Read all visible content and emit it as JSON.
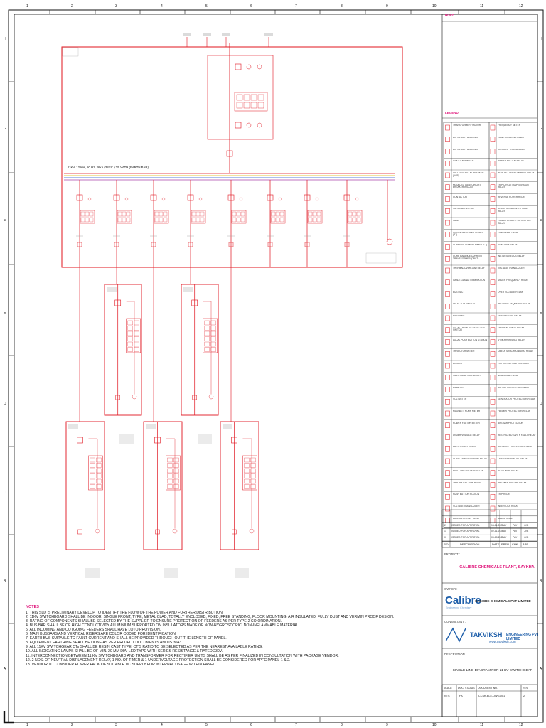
{
  "grid": {
    "columns": [
      "1",
      "2",
      "3",
      "4",
      "5",
      "6",
      "7",
      "8",
      "9",
      "10",
      "11",
      "12"
    ],
    "rows": [
      "H",
      "G",
      "F",
      "E",
      "D",
      "C",
      "B",
      "A"
    ]
  },
  "main_bus_label": "11KV, 1250A, 50 Hz, 26kA (3SEC.) TP WITH (EARTH BAR)",
  "legend": {
    "title": "LEGEND",
    "items_left": [
      "TRANSFORMER / MOTOR",
      "AIR CIRCUIT BREAKER",
      "AIR CIRCUIT BREAKER",
      "ISOLATOR/SWITCH",
      "VACUUM CIRCUIT BREAKER (VCB)",
      "MOULDED CASE CIRCUIT BREAKER (MCCB)",
      "CONTACTOR",
      "SURGE ARRESTOR",
      "FUSE",
      "POTENTIAL TRANSFORMER (PT)",
      "CURRENT TRANSFORMER (CT)",
      "CORE BALANCE CURRENT TRANSFORMER (CBCT)",
      "THERMAL OVERLOAD RELAY",
      "CABLE GLAND TERMINATION",
      "BUS DUCT",
      "SELECTOR SWITCH",
      "EARTHING",
      "LOCAL / REMOTE SELECTOR SWITCH",
      "LOCAL PUSH BUTTON STATION",
      "TRIVECTOR METER",
      "DIMMER",
      "MULTI FUNCTION METER",
      "AMMETER",
      "VOLTMETER",
      "KILOWATT HOUR METER",
      "POWER FACTOR METER",
      "UNDER VOLTAGE RELAY",
      "EARTH FAULT RELAY",
      "INTER-TRIP / BLOCKING RELAY",
      "FAULT PROTECTION RELAY",
      "TRIP PROTECTION RELAY",
      "PUSH BUTTON STATION",
      "VOLTAGE TRANSDUCER",
      "LOCKOUT RESET RELAY"
    ],
    "items_right": [
      "FREQUENCY METER",
      "LOAD SHEDDING RELAY",
      "CURRENT TRANSDUCER",
      "POWER FACTOR RELAY",
      "HIGH SET OVERCURRENT RELAY",
      "TRIP CIRCUIT SUPERVISION RELAY",
      "REVERSE POWER RELAY",
      "DIRECTIONAL EARTH FAULT RELAY",
      "TRANSFORMER PROTECTION RELAY",
      "TIME DELAY RELAY",
      "AUXILIARY RELAY",
      "INSTANTANEOUS RELAY",
      "VOLTAGE TRANSDUCER",
      "UNDER FREQUENCY RELAY",
      "OVER VOLTAGE RELAY",
      "NEGATIVE SEQUENCE RELAY",
      "DIFFERENTIAL RELAY",
      "THERMAL IMAGE RELAY",
      "SYNCHRONISING RELAY",
      "CHECK SYNCHRONISING RELAY",
      "TRIP CIRCUIT SUPERVISION",
      "NUMERICAL RELAY",
      "MOTOR PROTECTION RELAY",
      "GENERATOR PROTECTION RELAY",
      "FEEDER PROTECTION RELAY",
      "BUS BAR PROTECTION",
      "RESTRICTED EARTH FAULT RELAY",
      "DISTANCE PROTECTION RELAY",
      "LINE DIFFERENTIAL RELAY",
      "PILOT WIRE RELAY",
      "BREAKER FAILURE RELAY",
      "TRIP RELAY",
      "INTERLOCK RELAY",
      "ALARM RELAY"
    ]
  },
  "revisions": {
    "rows": [
      {
        "rev": "2",
        "desc": "ISSUED FOR APPROVAL",
        "date": "15-11-2021",
        "prep": "PAV",
        "chk": "PAV",
        "app": "JVB"
      },
      {
        "rev": "1",
        "desc": "ISSUED FOR APPROVAL",
        "date": "02-11-2021",
        "prep": "PAV",
        "chk": "PAV",
        "app": "JVB"
      },
      {
        "rev": "0",
        "desc": "ISSUED FOR APPROVAL",
        "date": "09-10-2021",
        "prep": "PAV",
        "chk": "PAV",
        "app": "JVB"
      }
    ],
    "headers": [
      "REV",
      "DESCRIPTION",
      "DATE",
      "PREP",
      "CHK",
      "APP"
    ]
  },
  "titleblock": {
    "project_label": "PROJECT :",
    "project": "CALIBRE CHEMICALS PLANT, SAYKHA",
    "owner_label": "OWNER :",
    "owner_logo": "Calibre",
    "owner_tagline": "Engineering Chemistry",
    "owner_name": "CALIBRE CHEMICALS PVT LIMITED",
    "consultant_label": "CONSULTANT :",
    "consultant_logo": "TAKVIKSH",
    "consultant_name": "ENGINEERING PVT LIMITED",
    "consultant_web": "www.takviksh.com",
    "description_label": "DESCRIPTION :",
    "description": "SINGLE LINE DIAGRAM FOR 11 KV SWITCHGEAR",
    "bottom_headers": [
      "SCALE",
      "DOC. STATUS",
      "DOCUMENT NO.",
      "REV."
    ],
    "bottom_values": [
      "NTS",
      "IFA",
      "CCSK-ELE-DWG-001",
      "2"
    ]
  },
  "notes": {
    "title": "NOTES :",
    "lines": [
      "1.  THIS SLD IS PRELIMINARY DEVELOP TO IDENTIFY THE FLOW OF THE POWER AND FURTHER DISTRIBUTION.",
      "2.  11KV SWITCHBOARD SHALL BE INDOOR, SINGLE FRONT, TYPE, METAL CLAD, TOTALLY ENCLOSED, FIXED, FREE STANDING, FLOOR MOUNTING, AIR INSULATED, FULLY DUST AND VERMIN PROOF DESIGN.",
      "3.  RATING OF COMPONENTS SHALL BE SELECTED BY THE SUPPLIER TO ENSURE PROTECTION OF FEEDERS AS PER TYPE-2 CO-ORDINATION.",
      "4.  BUS BAR SHALL BE OF HIGH CONDUCTIVITY ALUMINIUM SUPPORTED ON INSULATORS MADE OF NON-HYGROSCOPIC, NON-INFLAMMABLE MATERIAL.",
      "5.  ALL INCOMING AND OUTGOING FEEDERS SHALL HAVE LOTO PROVISION.",
      "6.  MAIN BUSBARS AND VERTICAL RISERS ARE COLOR CODED FOR IDENTIFICATION.",
      "7.  EARTH BUS SUITABLE TO FAULT CURRENT AND SHALL BE PROVIDED THROUGH OUT THE LENGTH OF PANEL.",
      "8.  EQUIPMENT EARTHING SHALL BE DONE AS PER PROJECT DOCUMENTS AND IS 3043.",
      "9.  ALL 11KV SWITCHGEAR CTs SHALL BE RESIN CAST TYPE. CT'S RATIO TO BE SELECTED AS PER THE NEAREST AVAILABLE RATING.",
      "10. ALL INDICATING LAMPS SHALL BE OF MIN. 20 MM DIA. LED TYPE WITH SERIES RESISTANCE & RATED 230V.",
      "11. INTERCONNECTION BETWEEN 11 KV SWITCHBOARD AND TRANSFORMER FOR RECTIFIER UNITS SHALL BE AS PER FINALIZED IN CONSULTATION WITH PACKAGE VENDOR.",
      "12. 2 NOS. OF NEUTRAL DISPLACEMENT RELAY, 1 NO. OF TIMER & 1 UNDERVOLTAGE PROTECTION SHALL BE CONSIDERED FOR APFC PANEL-1 & 2.",
      "13. VENDOR TO CONSIDER POWER PACK OF SUITABLE DC SUPPLY FOR INTERNAL USAGE WITHIN PANEL."
    ]
  }
}
